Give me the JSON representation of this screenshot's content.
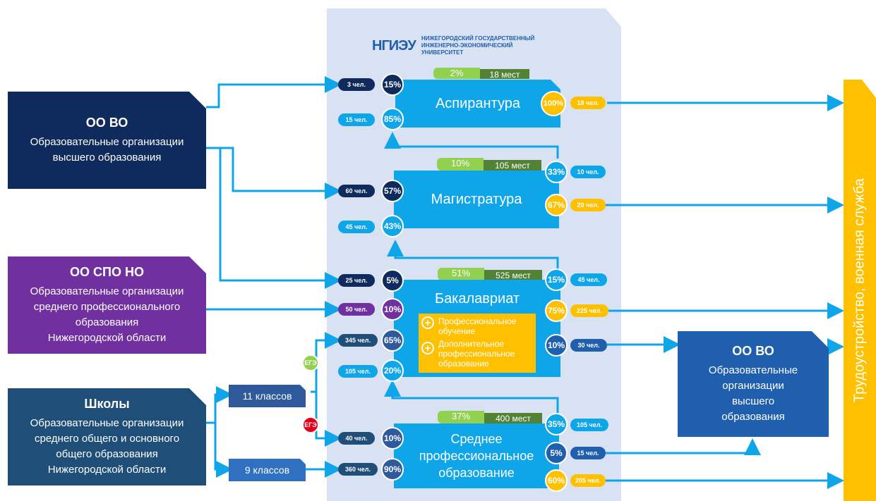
{
  "logo": {
    "mark": "НГИЭУ",
    "text": "НИЖЕГОРОДСКИЙ ГОСУДАРСТВЕННЫЙ\nИНЖЕНЕРНО-ЭКОНОМИЧЕСКИЙ\nУНИВЕРСИТЕТ"
  },
  "sources": {
    "oo_vo": {
      "title": "ОО ВО",
      "subtitle": "Образовательные организации\nвысшего образования"
    },
    "oo_spo": {
      "title": "ОО СПО НО",
      "subtitle": "Образовательные организации\nсреднего профессионального\nобразования\nНижегородской области"
    },
    "schools": {
      "title": "Школы",
      "subtitle": "Образовательные организации\nсреднего общего и основного\nобщего образования\nНижегородской области"
    }
  },
  "grades": {
    "eleven": "11 классов",
    "nine": "9 классов"
  },
  "ege": [
    "ЕГЭ",
    "ЕГЭ"
  ],
  "programs": {
    "aspirantura": {
      "label": "Аспирантура",
      "share": "2%",
      "places": "18 мест"
    },
    "magistratura": {
      "label": "Магистратура",
      "share": "10%",
      "places": "105 мест"
    },
    "bakalavriat": {
      "label": "Бакалавриат",
      "share": "51%",
      "places": "525 мест"
    },
    "spo": {
      "label": "Среднее\nпрофессиональное\nобразование",
      "share": "37%",
      "places": "400 мест"
    }
  },
  "extras": [
    "Профессиональное\nобучение",
    "Дополнительное\nпрофессиональное\nобразование"
  ],
  "inflows": {
    "asp_top": {
      "count": "3 чел.",
      "pct": "15%"
    },
    "asp_bottom": {
      "count": "15 чел.",
      "pct": "85%"
    },
    "mag_top": {
      "count": "60 чел.",
      "pct": "57%"
    },
    "mag_bottom": {
      "count": "45 чел.",
      "pct": "43%"
    },
    "bak_1": {
      "count": "25 чел.",
      "pct": "5%"
    },
    "bak_2": {
      "count": "50 чел.",
      "pct": "10%"
    },
    "bak_3": {
      "count": "345 чел.",
      "pct": "65%"
    },
    "bak_4": {
      "count": "105 чел.",
      "pct": "20%"
    },
    "spo_1": {
      "count": "40 чел.",
      "pct": "10%"
    },
    "spo_2": {
      "count": "360 чел.",
      "pct": "90%"
    }
  },
  "outflows": {
    "asp_work": {
      "pct": "100%",
      "count": "18 чел."
    },
    "mag_up": {
      "pct": "33%",
      "count": "10 чел."
    },
    "mag_work": {
      "pct": "67%",
      "count": "20 чел."
    },
    "bak_up": {
      "pct": "15%",
      "count": "45 чел."
    },
    "bak_work": {
      "pct": "75%",
      "count": "225 чел."
    },
    "bak_vo": {
      "pct": "10%",
      "count": "30 чел."
    },
    "spo_up": {
      "pct": "35%",
      "count": "105 чел."
    },
    "spo_vo": {
      "pct": "5%",
      "count": "15 чел."
    },
    "spo_work": {
      "pct": "60%",
      "count": "205 чел."
    }
  },
  "target_vo": {
    "title": "ОО ВО",
    "subtitle": "Образовательные\nорганизации\nвысшего\nобразования"
  },
  "employment": "Трудоустройство, военная служба",
  "colors": {
    "navy": "#0f2a5c",
    "purple": "#7030a0",
    "slate": "#1f4e79",
    "accent": "#0ea5e9",
    "gold": "#ffc000",
    "green": "#92d050",
    "darkgreen": "#548235",
    "panel": "#d9e2f3"
  }
}
